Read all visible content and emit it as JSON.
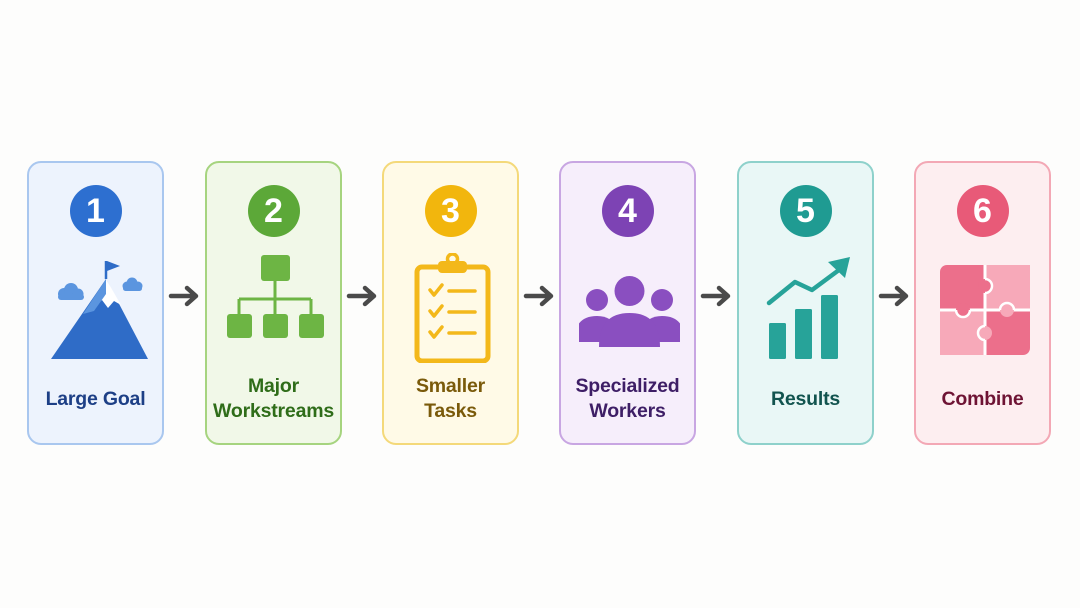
{
  "steps": [
    {
      "number": "1",
      "label_lines": [
        "Large Goal"
      ],
      "icon": "mountain-flag-icon",
      "colors": {
        "bg": "#edf3fd",
        "border": "#a9c7ef",
        "badge": "#2d6fd0",
        "text": "#1d3f86",
        "icon": "#2f6cc7",
        "icon_light": "#5b95df"
      }
    },
    {
      "number": "2",
      "label_lines": [
        "Major",
        "Workstreams"
      ],
      "icon": "hierarchy-icon",
      "colors": {
        "bg": "#f1f8e8",
        "border": "#a6d47f",
        "badge": "#5ca838",
        "text": "#2f6d19",
        "icon": "#6db544"
      }
    },
    {
      "number": "3",
      "label_lines": [
        "Smaller",
        "Tasks"
      ],
      "icon": "checklist-icon",
      "colors": {
        "bg": "#fffae7",
        "border": "#f4d97a",
        "badge": "#f2b60d",
        "text": "#7a5a0a",
        "icon": "#f3b81a"
      }
    },
    {
      "number": "4",
      "label_lines": [
        "Specialized",
        "Workers"
      ],
      "icon": "team-icon",
      "colors": {
        "bg": "#f6eefb",
        "border": "#c8a6e2",
        "badge": "#7d43b4",
        "text": "#3e1e66",
        "icon": "#8a4fc0"
      }
    },
    {
      "number": "5",
      "label_lines": [
        "Results"
      ],
      "icon": "growth-chart-icon",
      "colors": {
        "bg": "#e9f7f6",
        "border": "#8ed1cb",
        "badge": "#1f9b92",
        "text": "#12544f",
        "icon": "#27a399"
      }
    },
    {
      "number": "6",
      "label_lines": [
        "Combine"
      ],
      "icon": "puzzle-icon",
      "colors": {
        "bg": "#fdeef0",
        "border": "#f3a8b5",
        "badge": "#e85a78",
        "text": "#6e1334",
        "icon": "#ec6f8b",
        "icon_light": "#f7a9b9"
      }
    }
  ],
  "connector": {
    "icon": "right-arrow-icon",
    "color": "#4a4a4a"
  }
}
